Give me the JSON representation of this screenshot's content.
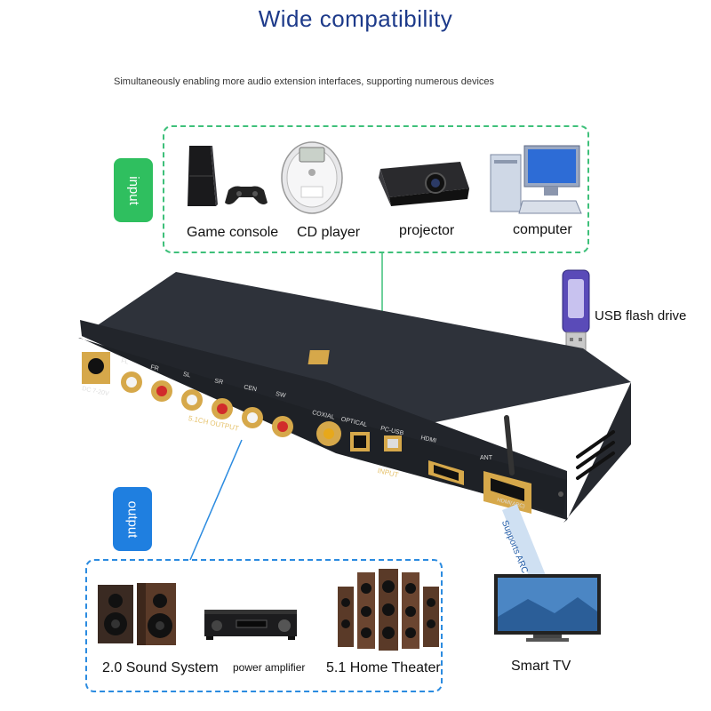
{
  "header": {
    "title": "Wide compatibility",
    "subtitle": "Simultaneously enabling more audio extension interfaces, supporting numerous devices"
  },
  "tags": {
    "input": "input",
    "output": "output"
  },
  "input_devices": [
    {
      "label": "Game console"
    },
    {
      "label": "CD player"
    },
    {
      "label": "projector"
    },
    {
      "label": "computer"
    }
  ],
  "usb": {
    "label": "USB flash drive"
  },
  "output_devices": [
    {
      "label": "2.0 Sound System"
    },
    {
      "label": "power amplifier"
    },
    {
      "label": "5.1 Home Theater"
    }
  ],
  "tv": {
    "label": "Smart TV",
    "arc_label": "Supports ARC"
  },
  "device_panel": {
    "channels": [
      "FL",
      "FR",
      "SL",
      "SR",
      "CEN",
      "SW"
    ],
    "channel_output_label": "5.1CH OUTPUT",
    "dc_label": "DC 7-20V",
    "input_ports": [
      "COXIAL",
      "OPTICAL",
      "PC-USB",
      "HDMI"
    ],
    "input_label": "INPUT",
    "ant_label": "ANT",
    "hdmi_arc_label": "HDMI(ARC)"
  },
  "colors": {
    "input_green": "#2fbf5f",
    "output_blue": "#1f7fe0",
    "title_blue": "#1d3a8a",
    "gold": "#d6a84a"
  }
}
